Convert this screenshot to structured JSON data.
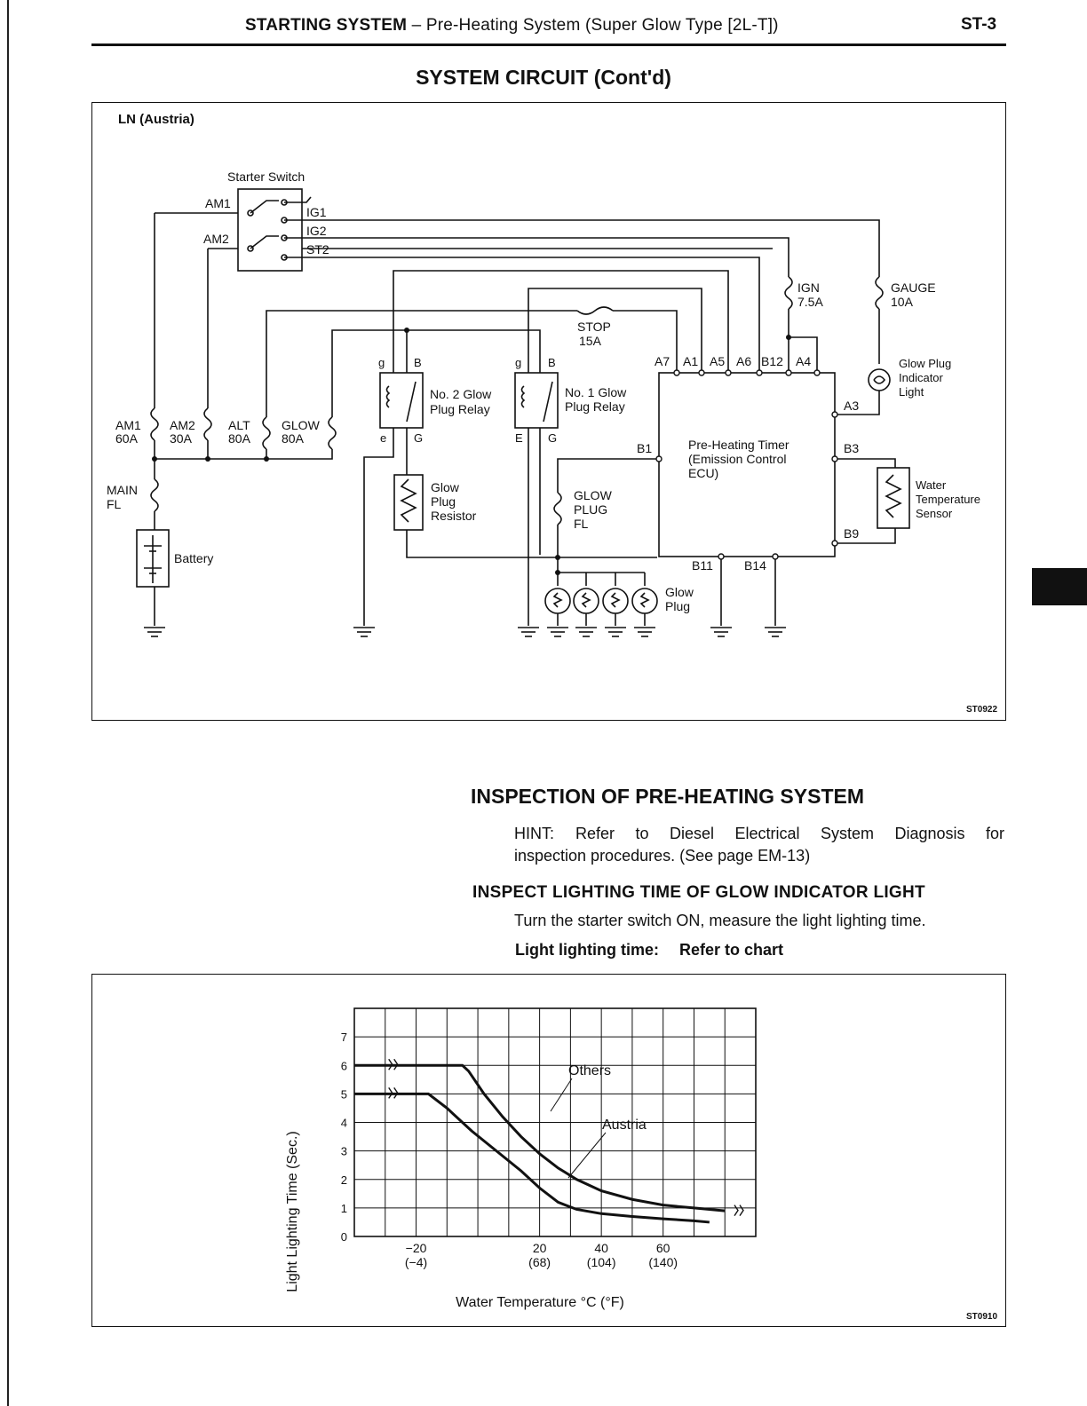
{
  "header": {
    "section": "STARTING SYSTEM",
    "dash": "–",
    "subtitle": "Pre-Heating System (Super Glow Type [2L-T])",
    "page": "ST-3"
  },
  "circuit": {
    "title": "SYSTEM CIRCUIT (Cont'd)",
    "variant": "LN (Austria)",
    "starter_switch": "Starter Switch",
    "am1": "AM1",
    "am2": "AM2",
    "ig1": "IG1",
    "ig2": "IG2",
    "st2": "ST2",
    "ign": "IGN",
    "ign_amp": "7.5A",
    "gauge": "GAUGE",
    "gauge_amp": "10A",
    "stop": "STOP",
    "stop_amp": "15A",
    "indicator_1": "Glow Plug",
    "indicator_2": "Indicator",
    "indicator_3": "Light",
    "relay2_1": "No. 2 Glow",
    "relay2_2": "Plug Relay",
    "relay1_1": "No. 1 Glow",
    "relay1_2": "Plug Relay",
    "timer_1": "Pre-Heating Timer",
    "timer_2": "(Emission Control",
    "timer_3": "ECU)",
    "pin_a7": "A7",
    "pin_a1": "A1",
    "pin_a5": "A5",
    "pin_a6": "A6",
    "pin_b12": "B12",
    "pin_a4": "A4",
    "pin_a3": "A3",
    "pin_b1": "B1",
    "pin_b3": "B3",
    "pin_b9": "B9",
    "pin_b11": "B11",
    "pin_b14": "B14",
    "relay_g": "g",
    "relay_b": "B",
    "relay_e_small": "e",
    "relay_g_big": "G",
    "relay_e_big": "E",
    "fuse_am1": "AM1",
    "fuse_am1_amp": "60A",
    "fuse_am2": "AM2",
    "fuse_am2_amp": "30A",
    "fuse_alt": "ALT",
    "fuse_alt_amp": "80A",
    "fuse_glow": "GLOW",
    "fuse_glow_amp": "80A",
    "main_1": "MAIN",
    "main_2": "FL",
    "battery": "Battery",
    "resistor_1": "Glow",
    "resistor_2": "Plug",
    "resistor_3": "Resistor",
    "glowfl_1": "GLOW",
    "glowfl_2": "PLUG",
    "glowfl_3": "FL",
    "glowplug_1": "Glow",
    "glowplug_2": "Plug",
    "sensor_1": "Water",
    "sensor_2": "Temperature",
    "sensor_3": "Sensor",
    "code": "ST0922"
  },
  "inspection": {
    "title": "INSPECTION OF PRE-HEATING SYSTEM",
    "hint_label": "HINT:",
    "hint_text_1": "Refer to Diesel Electrical System Diagnosis for",
    "hint_text_2": "inspection procedures. (See page EM-13)",
    "subtitle": "INSPECT LIGHTING TIME OF GLOW INDICATOR LIGHT",
    "instruction": "Turn the starter switch ON, measure the light lighting time.",
    "spec_label": "Light lighting time:",
    "spec_value": "Refer to chart"
  },
  "chart_data": {
    "type": "line",
    "xlabel": "Water Temperature °C (°F)",
    "ylabel": "Light Lighting Time (Sec.)",
    "xlim": [
      -40,
      90
    ],
    "ylim": [
      0,
      8
    ],
    "y_ticks": [
      "0",
      "1",
      "2",
      "3",
      "4",
      "5",
      "6",
      "7"
    ],
    "x_ticks": [
      {
        "c": -20,
        "label": "−20",
        "f": "(−4)"
      },
      {
        "c": 20,
        "label": "20",
        "f": "(68)"
      },
      {
        "c": 40,
        "label": "40",
        "f": "(104)"
      },
      {
        "c": 60,
        "label": "60",
        "f": "(140)"
      }
    ],
    "series": [
      {
        "name": "Others",
        "x": [
          -40,
          -5,
          -3,
          2,
          8,
          14,
          20,
          26,
          32,
          40,
          50,
          60,
          70,
          75,
          80
        ],
        "y": [
          6,
          6,
          5.8,
          5,
          4.2,
          3.5,
          2.9,
          2.4,
          2.0,
          1.6,
          1.3,
          1.1,
          1.0,
          0.95,
          0.9
        ]
      },
      {
        "name": "Austria",
        "x": [
          -40,
          -16,
          -10,
          -2,
          6,
          14,
          20,
          26,
          32,
          40,
          50,
          60,
          70,
          75
        ],
        "y": [
          5,
          5,
          4.5,
          3.7,
          3.0,
          2.3,
          1.7,
          1.2,
          0.95,
          0.8,
          0.7,
          0.62,
          0.55,
          0.5
        ]
      }
    ],
    "code": "ST0910"
  }
}
